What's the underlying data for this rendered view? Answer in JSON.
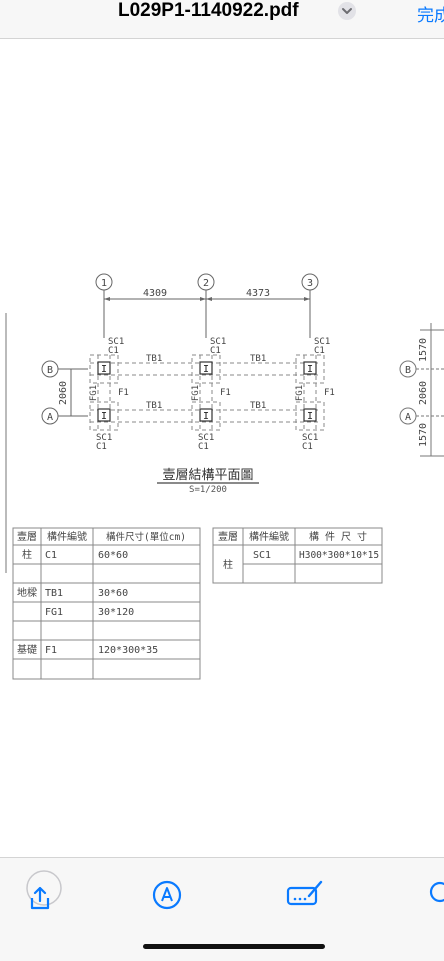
{
  "header": {
    "title": "L029P1-1140922.pdf",
    "done_label": "完成"
  },
  "drawing": {
    "grid_cols": [
      "1",
      "2",
      "3"
    ],
    "grid_rows": [
      "B",
      "A"
    ],
    "dim_horizontal": [
      "4309",
      "4373"
    ],
    "dim_vertical": "2060",
    "dim_right": [
      "1570",
      "2060",
      "1570"
    ],
    "col_label_sc": "SC1",
    "col_label_c": "C1",
    "beam_tb": "TB1",
    "beam_fg": "FG1",
    "footing": "F1",
    "col_symbol": "I",
    "title": "壹層結構平面圖",
    "scale": "S=1/200"
  },
  "table_left": {
    "headers": [
      "壹層",
      "構件編號",
      "構件尺寸(單位cm)"
    ],
    "rows": [
      [
        "柱",
        "C1",
        "60*60"
      ],
      [
        "",
        "",
        ""
      ],
      [
        "地樑",
        "TB1",
        "30*60"
      ],
      [
        "",
        "FG1",
        "30*120"
      ],
      [
        "",
        "",
        ""
      ],
      [
        "基礎",
        "F1",
        "120*300*35"
      ],
      [
        "",
        "",
        ""
      ]
    ]
  },
  "table_right": {
    "headers": [
      "壹層",
      "構件編號",
      "構 件 尺 寸"
    ],
    "category": "柱",
    "rows": [
      [
        "SC1",
        "H300*300*10*15"
      ],
      [
        "",
        ""
      ]
    ]
  }
}
